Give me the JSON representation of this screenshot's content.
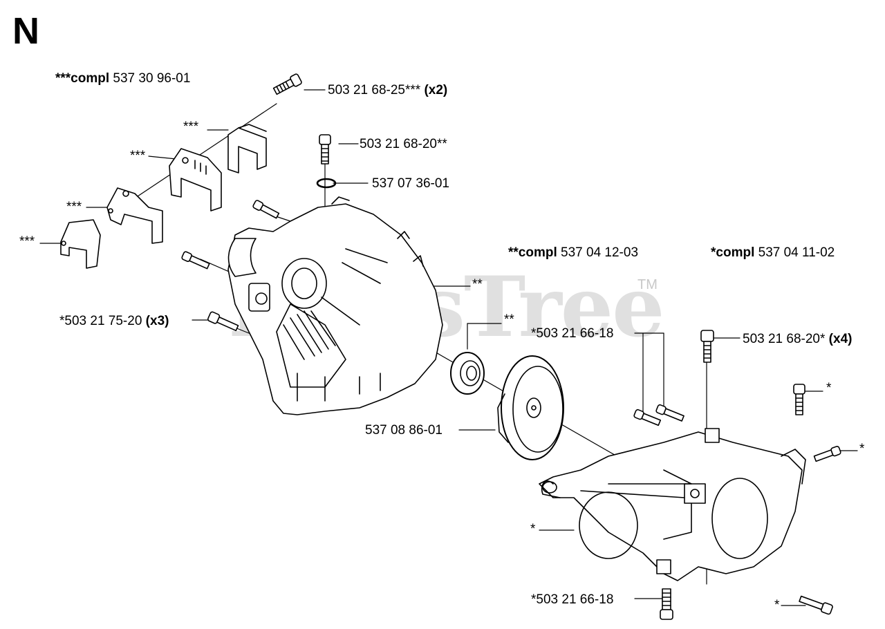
{
  "section_letter": "N",
  "watermark": {
    "text": "PartsTree",
    "tm": "TM"
  },
  "groups": [
    {
      "prefix": "***compl",
      "number": "537 30 96-01"
    },
    {
      "prefix": "**compl",
      "number": "537 04 12-03"
    },
    {
      "prefix": "*compl",
      "number": "537 04 11-02"
    }
  ],
  "parts": {
    "screw_top_cyl": {
      "number": "503 21 68-25***",
      "qty": "(x2)"
    },
    "screw_top": {
      "number": "503 21 68-20**"
    },
    "oring": {
      "number": "537 07 36-01"
    },
    "screw_left": {
      "number": "*503 21 75-20",
      "qty": "(x3)"
    },
    "screw_crank_upper": {
      "number": "*503 21 66-18"
    },
    "screw_right_top": {
      "number": "503 21 68-20*",
      "qty": "(x4)"
    },
    "fan_cover": {
      "number": "537 08 86-01"
    },
    "screw_bottom": {
      "number": "*503 21 66-18"
    }
  },
  "markers": {
    "three": "***",
    "two": "**",
    "one": "*"
  }
}
